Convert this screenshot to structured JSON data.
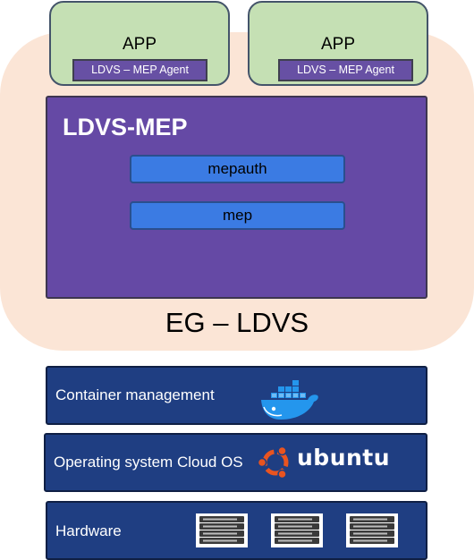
{
  "apps": [
    {
      "title": "APP",
      "agent": "LDVS – MEP Agent"
    },
    {
      "title": "APP",
      "agent": "LDVS – MEP Agent"
    }
  ],
  "mep": {
    "title": "LDVS-MEP",
    "services": [
      "mepauth",
      "mep"
    ]
  },
  "platform_label": "EG – LDVS",
  "layers": {
    "container": {
      "label": "Container management",
      "icon": "docker-whale-icon"
    },
    "os": {
      "label": "Operating system Cloud OS",
      "icon": "ubuntu-logo-icon",
      "brand": "ubuntu"
    },
    "hardware": {
      "label": "Hardware",
      "icon": "server-rack-icon"
    }
  },
  "colors": {
    "app_bg": "#c5e0b4",
    "peach": "#fbe5d6",
    "mep_purple": "#6549a5",
    "service_blue": "#3b7be3",
    "layer_navy": "#1f3e82"
  }
}
